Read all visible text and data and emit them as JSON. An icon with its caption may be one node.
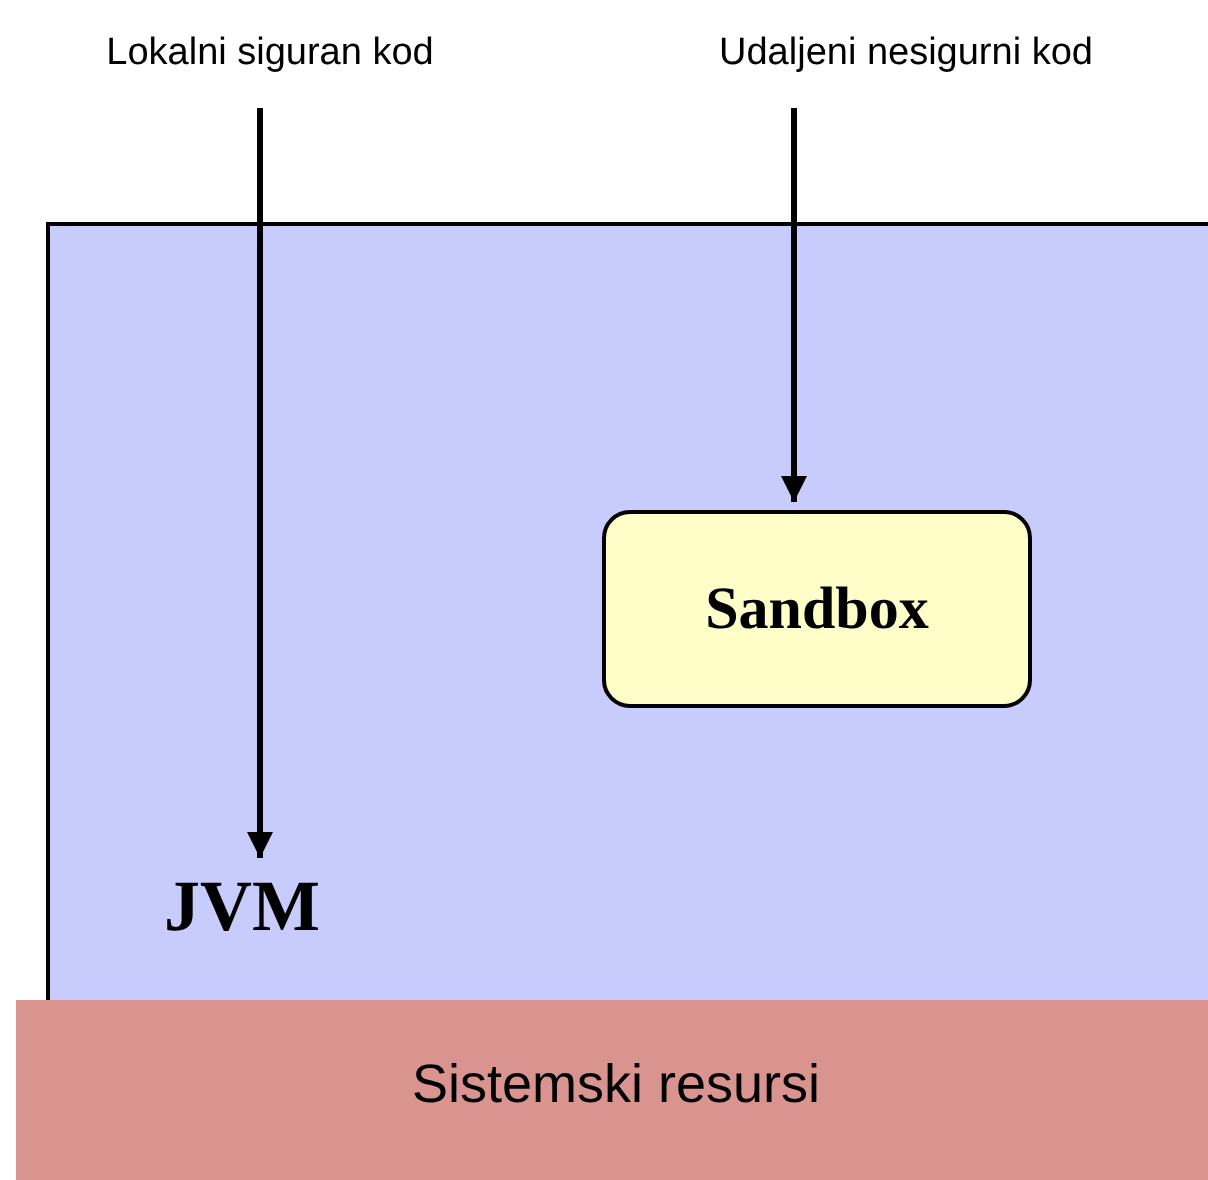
{
  "diagram": {
    "nodes": [
      {
        "text": [
          "Lokalni siguran kod"
        ]
      },
      {
        "text": [
          "Udaljeni nesigurni kod"
        ]
      },
      {
        "text": [
          "JVM"
        ]
      },
      {
        "text": [
          "Sandbox"
        ],
        "in": 2
      },
      {
        "text": [
          "Sistemski resursi"
        ]
      }
    ],
    "edges": [
      {
        "from": 0,
        "to": 2,
        "arrow": "to"
      },
      {
        "from": 1,
        "to": 3,
        "arrow": "to"
      }
    ]
  }
}
